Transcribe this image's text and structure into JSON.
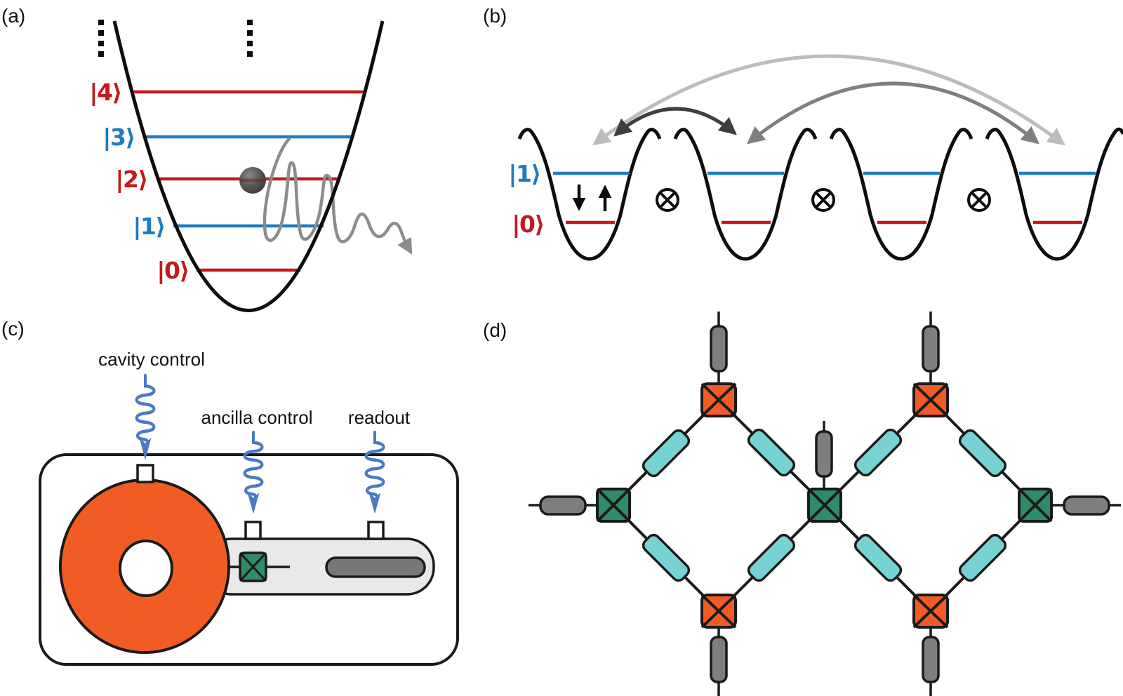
{
  "panels": {
    "a": {
      "label": "(a)",
      "kets": [
        "|4⟩",
        "|3⟩",
        "|2⟩",
        "|1⟩",
        "|0⟩"
      ],
      "icons": [
        "ellipsis-dots",
        "particle-ball",
        "photon-emission-squiggle-arrow"
      ]
    },
    "b": {
      "label": "(b)",
      "ket_one": "|1⟩",
      "ket_zero": "|0⟩",
      "spin_down_icon": "↓",
      "spin_up_icon": "↑",
      "tensor_product_icon": "⊗",
      "coupling_arcs": [
        "near-neighbor-dark",
        "next-neighbor-mid",
        "far-neighbor-light"
      ]
    },
    "c": {
      "label": "(c)",
      "cavity_control": "cavity control",
      "ancilla_control": "ancilla control",
      "readout": "readout",
      "icons": [
        "pulse-arrow-icon",
        "cavity-donut",
        "ancilla-qubit-box",
        "readout-resonator-bar",
        "coupling-port"
      ]
    },
    "d": {
      "label": "(d)",
      "icons": [
        "cavity-node-green",
        "ancilla-node-orange",
        "coupler-bar-cyan",
        "port-stub-gray"
      ]
    }
  },
  "colors": {
    "level_red": "#c3191c",
    "level_blue": "#1d7cc2",
    "orange": "#f15c25",
    "green": "#2e8c68",
    "cyan": "#77d2d2",
    "gray_stub": "#7e7e7e",
    "light_strip": "#e9e9e9",
    "readout_bar": "#787878",
    "pulse_blue": "#4a7ac1",
    "arc_dark": "#3f3f3f",
    "arc_mid": "#7f7f7f",
    "arc_light": "#bcbcbc",
    "photon_gray": "#8c8c8c"
  }
}
